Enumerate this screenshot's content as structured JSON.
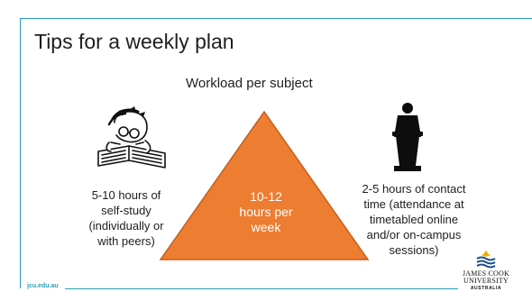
{
  "slide": {
    "title": "Tips for a weekly plan",
    "subtitle": "Workload per subject",
    "triangle_lines": [
      "10-12",
      "hours per",
      "week"
    ],
    "left_lines": [
      "5-10 hours of",
      "self-study",
      "(individually or",
      "with peers)"
    ],
    "right_lines": [
      "2-5 hours of contact",
      "time (attendance at",
      "timetabled online",
      "and/or on-campus",
      "sessions)"
    ],
    "footer_url": "jcu.edu.au",
    "colors": {
      "accent": "#2a9fb7",
      "triangle": "#ed7d31"
    }
  },
  "logo": {
    "line1": "JAMES COOK",
    "line2": "UNIVERSITY",
    "line3": "AUSTRALIA"
  }
}
